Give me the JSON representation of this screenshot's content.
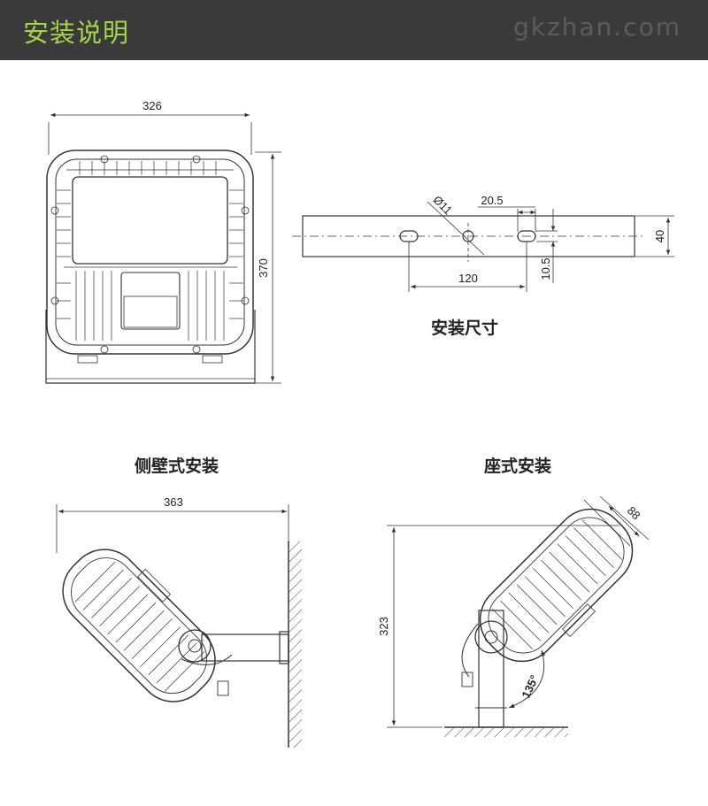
{
  "header": {
    "title": "安装说明",
    "watermark": "gkzhan.com"
  },
  "captions": {
    "install_size": "安装尺寸",
    "wall_mount": "侧壁式安装",
    "seat_mount": "座式安装"
  },
  "front_view": {
    "width_label": "326",
    "height_label": "370"
  },
  "bracket": {
    "hole_label": "Ø11",
    "offset_label": "20.5",
    "spacing_label": "120",
    "height_label": "40",
    "slot_label": "10.5"
  },
  "wall_view": {
    "width_label": "363"
  },
  "seat_view": {
    "height_label": "323",
    "depth_label": "88",
    "angle_label": "135°"
  },
  "colors": {
    "header_bg": "#3a3a3a",
    "title": "#a6d34a",
    "line": "#333333"
  }
}
